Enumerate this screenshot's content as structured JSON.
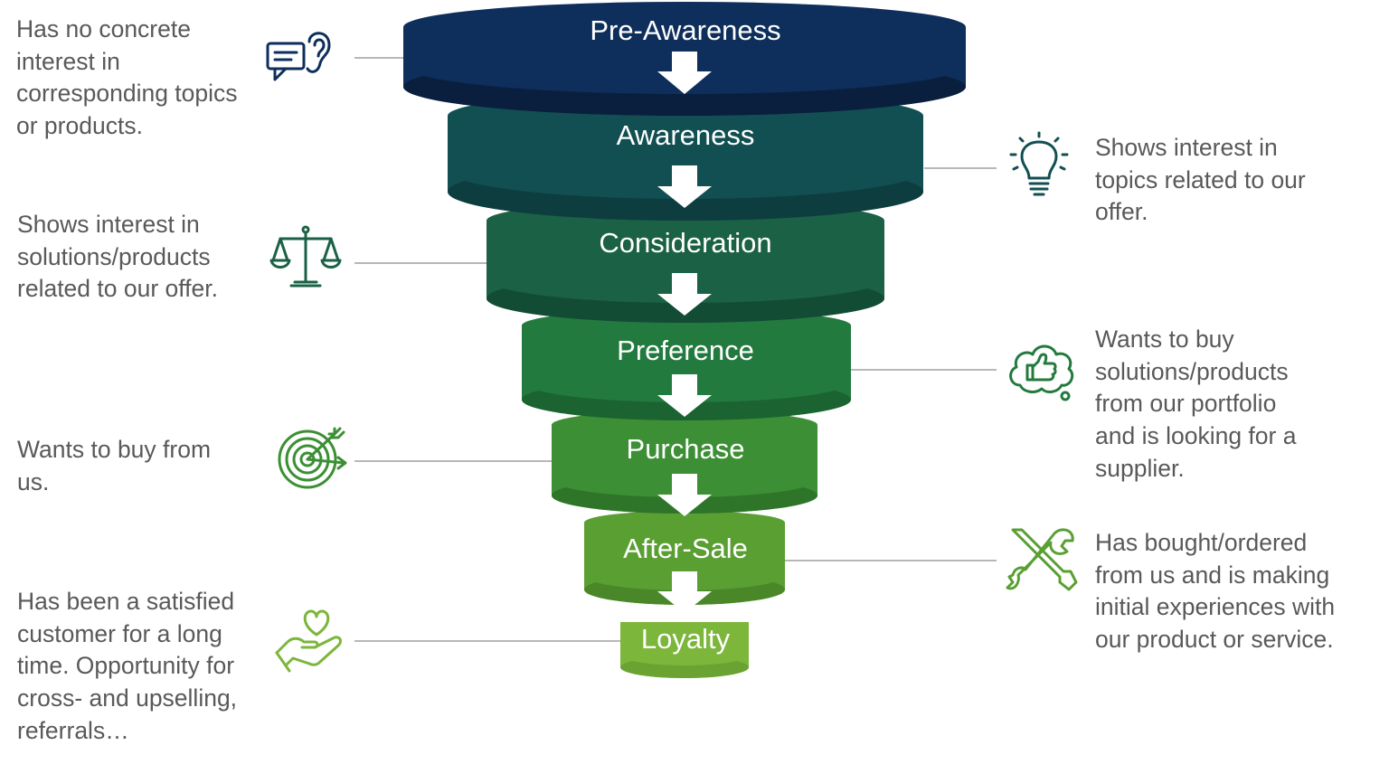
{
  "stages": [
    {
      "label": "Pre-Awareness",
      "color": "#0e2e5b",
      "dark": "#0a1f3e"
    },
    {
      "label": "Awareness",
      "color": "#124f52",
      "dark": "#0d3d3f"
    },
    {
      "label": "Consideration",
      "color": "#1a6145",
      "dark": "#134c35"
    },
    {
      "label": "Preference",
      "color": "#237a3e",
      "dark": "#1b6330"
    },
    {
      "label": "Purchase",
      "color": "#3c8f34",
      "dark": "#2f7529"
    },
    {
      "label": "After-Sale",
      "color": "#5a9f32",
      "dark": "#4a8729"
    },
    {
      "label": "Loyalty",
      "color": "#7cb63b",
      "dark": "#6aa331"
    }
  ],
  "descriptions": {
    "pre_awareness": "Has no concrete\ninterest in\ncorresponding topics\nor products.",
    "awareness": "Shows interest in\ntopics related to our\noffer.",
    "consideration": "Shows interest in\nsolutions/products\nrelated to our offer.",
    "preference": "Wants to buy\nsolutions/products\nfrom our portfolio\nand is looking for a\nsupplier.",
    "purchase": "Wants to buy from\nus.",
    "after_sale": "Has bought/ordered\nfrom us and is making\ninitial experiences with\nour product or service.",
    "loyalty": "Has been a satisfied\ncustomer for a long\ntime. Opportunity for\ncross- and upselling,\nreferrals…"
  },
  "icons": {
    "pre_awareness": "speech-bubble-ear-icon",
    "awareness": "lightbulb-icon",
    "consideration": "balance-scale-icon",
    "preference": "thumbs-up-cloud-icon",
    "purchase": "target-arrow-icon",
    "after_sale": "wrench-screwdriver-icon",
    "loyalty": "heart-hand-icon"
  },
  "colors": {
    "text": "#595959",
    "connector": "#8c8c8c",
    "arrow": "#ffffff"
  }
}
